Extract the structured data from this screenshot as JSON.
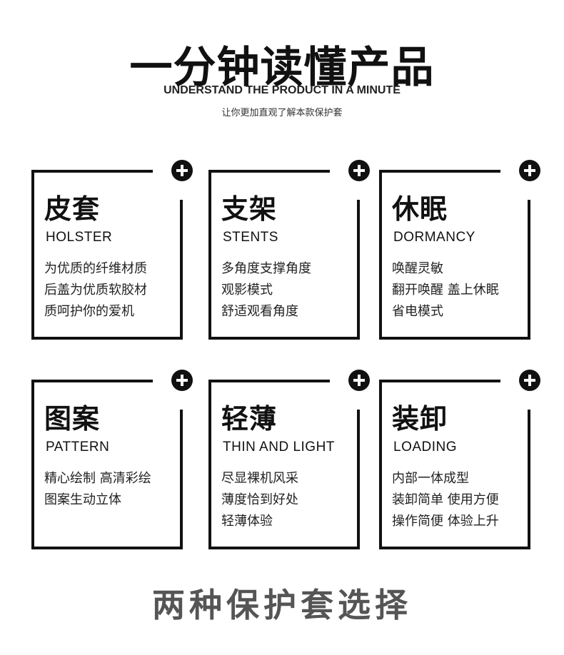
{
  "header": {
    "title_cn": "一分钟读懂产品",
    "title_en": "UNDERSTAND THE PRODUCT IN A MINUTE",
    "subtitle": "让你更加直观了解本款保护套"
  },
  "cards": [
    {
      "title": "皮套",
      "en": "HOLSTER",
      "lines": [
        "为优质的纤维材质",
        "后盖为优质软胶材",
        "质呵护你的爱机"
      ]
    },
    {
      "title": "支架",
      "en": "STENTS",
      "lines": [
        "多角度支撑角度",
        "观影模式",
        "舒适观看角度"
      ]
    },
    {
      "title": "休眠",
      "en": "DORMANCY",
      "lines": [
        "唤醒灵敏",
        "翻开唤醒 盖上休眠",
        "省电模式"
      ]
    },
    {
      "title": "图案",
      "en": "PATTERN",
      "lines": [
        "精心绘制 高清彩绘",
        "图案生动立体"
      ]
    },
    {
      "title": "轻薄",
      "en": "THIN AND LIGHT",
      "lines": [
        "尽显裸机风采",
        "薄度恰到好处",
        "轻薄体验"
      ]
    },
    {
      "title": "装卸",
      "en": "LOADING",
      "lines": [
        "内部一体成型",
        "装卸简单 使用方便",
        "操作简便 体验上升"
      ]
    }
  ],
  "footer": {
    "text": "两种保护套选择"
  },
  "colors": {
    "ink": "#111111",
    "footer_text": "#555555",
    "background": "#ffffff"
  },
  "icons": {
    "card_corner": "plus-circle-icon"
  }
}
